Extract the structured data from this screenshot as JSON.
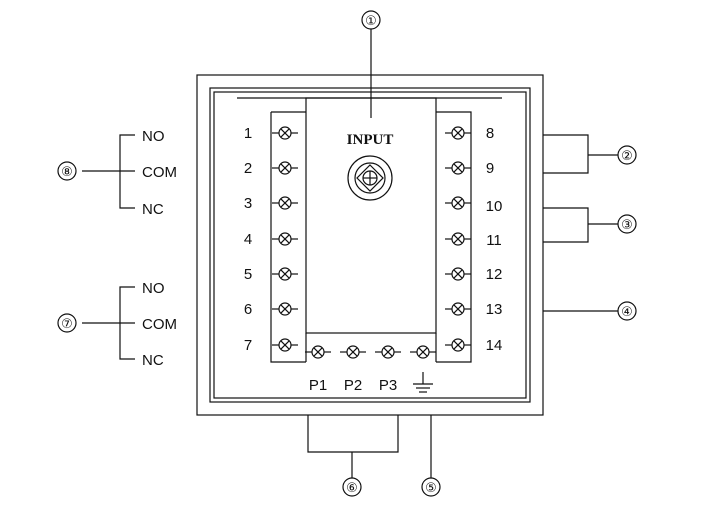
{
  "device": {
    "title": "INPUT",
    "left_terminals": [
      "1",
      "2",
      "3",
      "4",
      "5",
      "6",
      "7"
    ],
    "right_terminals": [
      "8",
      "9",
      "10",
      "11",
      "12",
      "13",
      "14"
    ],
    "bottom_terminals": [
      "P1",
      "P2",
      "P3"
    ],
    "ground_symbol": "ground-icon"
  },
  "relay_outputs": {
    "upper": {
      "callout": "⑧",
      "contacts": [
        "NO",
        "COM",
        "NC"
      ]
    },
    "lower": {
      "callout": "⑦",
      "contacts": [
        "NO",
        "COM",
        "NC"
      ]
    }
  },
  "callouts": {
    "input_marker": "①",
    "right_pair_top": "②",
    "right_pair_mid": "③",
    "right_single": "④",
    "bottom_right": "⑤",
    "bottom_pair": "⑥"
  },
  "colors": {
    "line": "#111111",
    "background": "#ffffff"
  }
}
